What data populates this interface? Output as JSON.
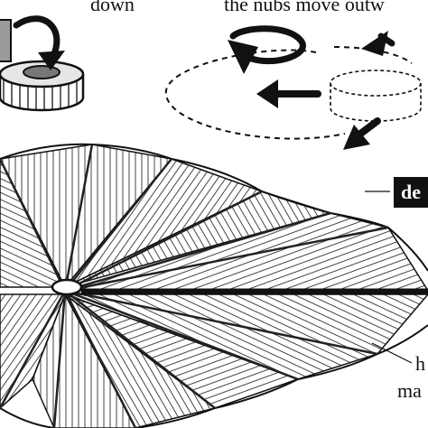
{
  "labels": {
    "top_left": "down",
    "top_right": "the nubs move outw",
    "badge": "de",
    "bottom_right_1": "h",
    "bottom_right_2": "ma"
  },
  "colors": {
    "ink": "#111111",
    "background": "#ffffff",
    "cylinder_side": "#cfcfcf",
    "hatch": "#444444"
  },
  "icons": [
    "curved-arrow-icon",
    "straight-arrow-icon"
  ]
}
